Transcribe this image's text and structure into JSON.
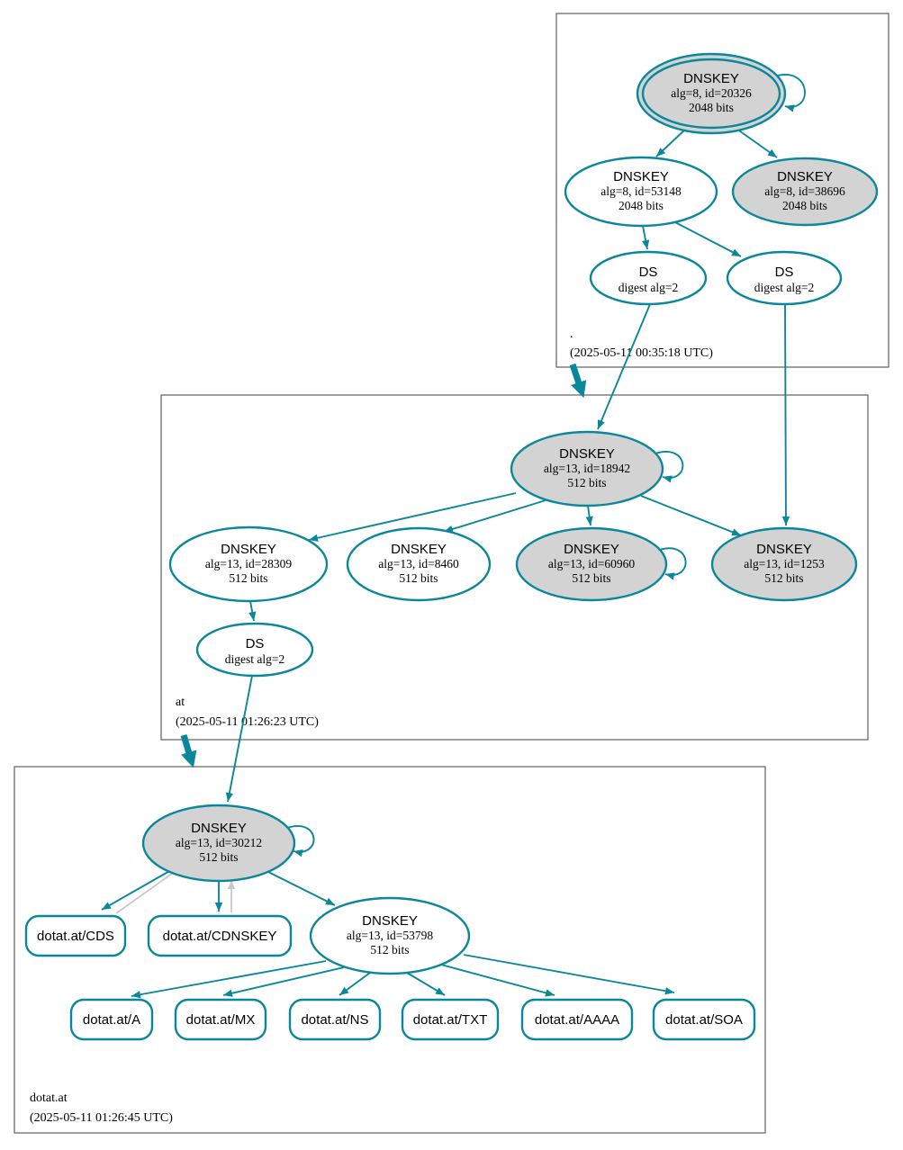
{
  "colors": {
    "edge": "#0a879a",
    "edge_gray": "#c9c9c9",
    "fill_gray": "#d3d3d3",
    "fill_white": "#ffffff",
    "box_border": "#5f5f5f",
    "text": "#000000"
  },
  "zones": {
    "root": {
      "label": ".",
      "timestamp": "(2025-05-11 00:35:18 UTC)",
      "nodes": {
        "key20326": {
          "title": "DNSKEY",
          "detail": "alg=8, id=20326",
          "bits": "2048 bits"
        },
        "key53148": {
          "title": "DNSKEY",
          "detail": "alg=8, id=53148",
          "bits": "2048 bits"
        },
        "key38696": {
          "title": "DNSKEY",
          "detail": "alg=8, id=38696",
          "bits": "2048 bits"
        },
        "ds1": {
          "title": "DS",
          "detail": "digest alg=2"
        },
        "ds2": {
          "title": "DS",
          "detail": "digest alg=2"
        }
      }
    },
    "at": {
      "label": "at",
      "timestamp": "(2025-05-11 01:26:23 UTC)",
      "nodes": {
        "key18942": {
          "title": "DNSKEY",
          "detail": "alg=13, id=18942",
          "bits": "512 bits"
        },
        "key28309": {
          "title": "DNSKEY",
          "detail": "alg=13, id=28309",
          "bits": "512 bits"
        },
        "key8460": {
          "title": "DNSKEY",
          "detail": "alg=13, id=8460",
          "bits": "512 bits"
        },
        "key60960": {
          "title": "DNSKEY",
          "detail": "alg=13, id=60960",
          "bits": "512 bits"
        },
        "key1253": {
          "title": "DNSKEY",
          "detail": "alg=13, id=1253",
          "bits": "512 bits"
        },
        "ds": {
          "title": "DS",
          "detail": "digest alg=2"
        }
      }
    },
    "dotat": {
      "label": "dotat.at",
      "timestamp": "(2025-05-11 01:26:45 UTC)",
      "nodes": {
        "key30212": {
          "title": "DNSKEY",
          "detail": "alg=13, id=30212",
          "bits": "512 bits"
        },
        "key53798": {
          "title": "DNSKEY",
          "detail": "alg=13, id=53798",
          "bits": "512 bits"
        },
        "cds": {
          "label": "dotat.at/CDS"
        },
        "cdnskey": {
          "label": "dotat.at/CDNSKEY"
        },
        "a": {
          "label": "dotat.at/A"
        },
        "mx": {
          "label": "dotat.at/MX"
        },
        "ns": {
          "label": "dotat.at/NS"
        },
        "txt": {
          "label": "dotat.at/TXT"
        },
        "aaaa": {
          "label": "dotat.at/AAAA"
        },
        "soa": {
          "label": "dotat.at/SOA"
        }
      }
    }
  }
}
